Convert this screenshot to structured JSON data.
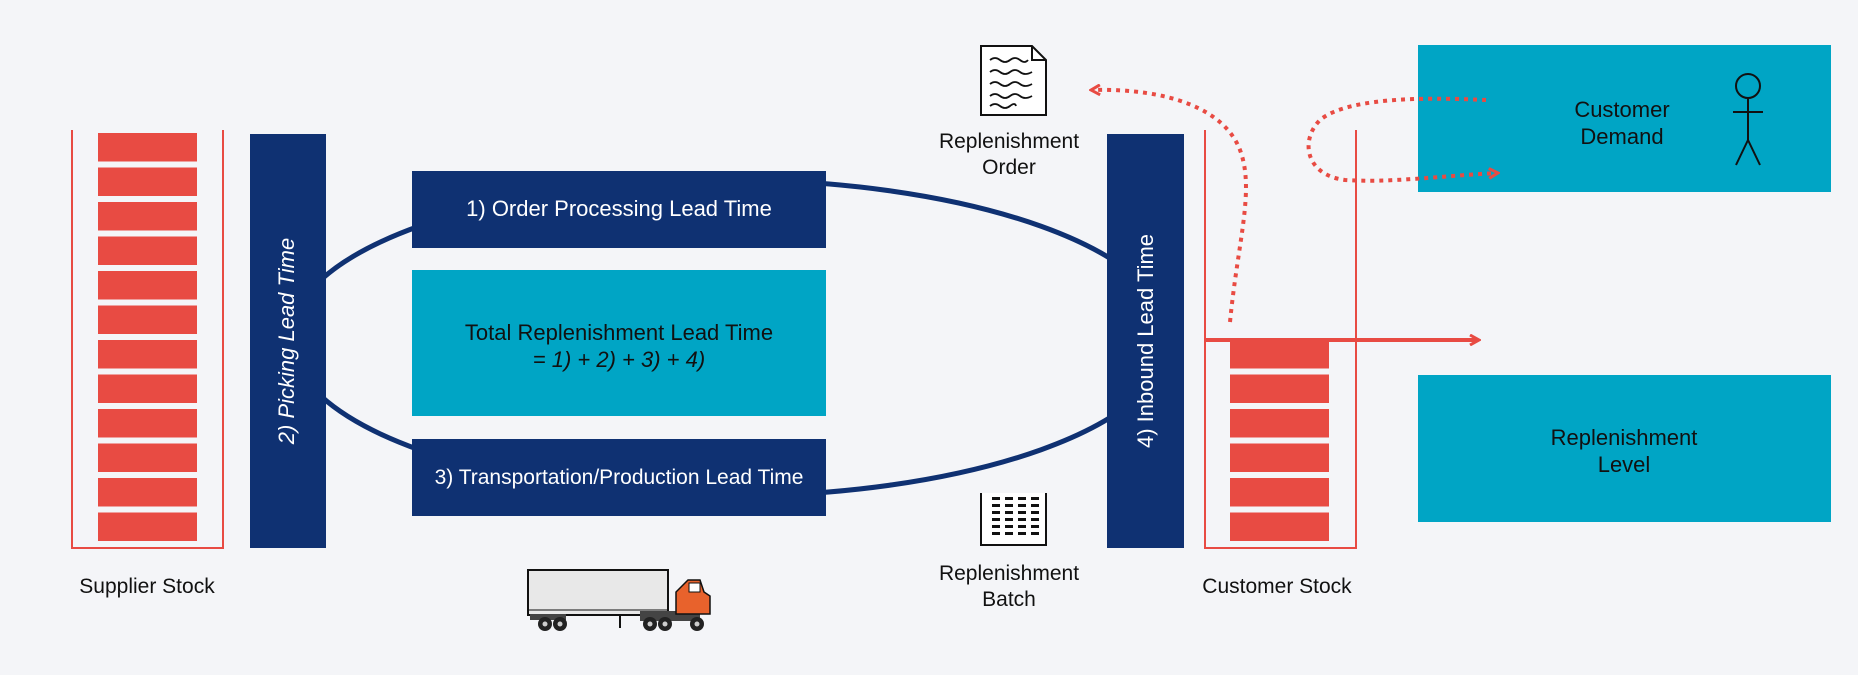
{
  "colors": {
    "background": "#f4f5f8",
    "navy": "#0f3172",
    "teal": "#00a5c5",
    "red": "#e84b43",
    "black": "#111111",
    "white": "#ffffff"
  },
  "supplier": {
    "label": "Supplier Stock",
    "stock_units": 12
  },
  "customer": {
    "label": "Customer Stock",
    "stock_units": 6
  },
  "lead_times": {
    "order_processing": "1) Order Processing Lead Time",
    "picking": "2) Picking Lead Time",
    "transportation": "3) Transportation/Production Lead Time",
    "inbound": "4) Inbound Lead Time"
  },
  "total": {
    "line1": "Total Replenishment Lead Time",
    "line2": "= 1) + 2) + 3) + 4)"
  },
  "replenishment_order": {
    "line1": "Replenishment",
    "line2": "Order",
    "icon": "document-icon"
  },
  "replenishment_batch": {
    "line1": "Replenishment",
    "line2": "Batch",
    "icon": "batch-document-icon"
  },
  "customer_demand": {
    "line1": "Customer",
    "line2": "Demand",
    "icon": "stick-figure-icon"
  },
  "replenishment_level": {
    "line1": "Replenishment",
    "line2": "Level"
  },
  "truck": {
    "icon": "truck-icon"
  }
}
